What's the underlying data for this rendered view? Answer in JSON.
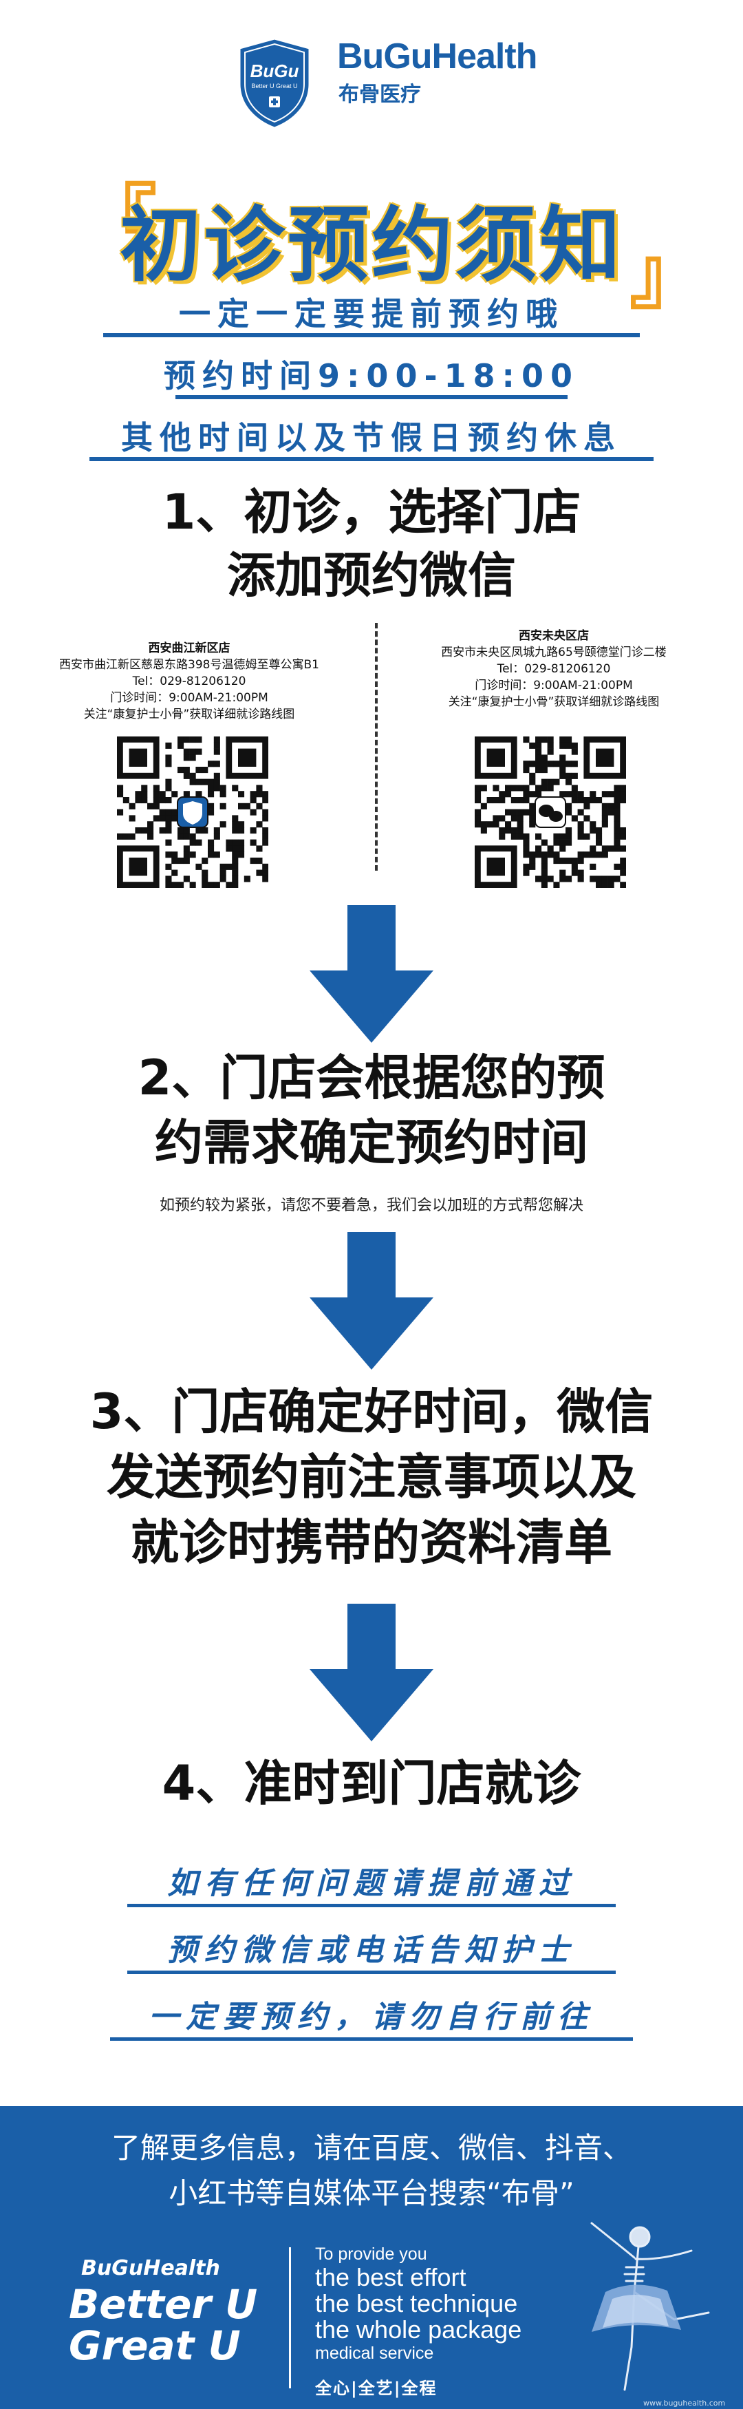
{
  "header": {
    "logo_text": "BuGu",
    "logo_sub": "Better U Great U",
    "brand_en": "BuGuHealth",
    "brand_cn": "布骨医疗"
  },
  "title": {
    "bracket_left": "『",
    "text": "初诊预约须知",
    "bracket_right": "』"
  },
  "sub_lines": [
    "一定一定要提前预约哦",
    "预约时间9:00-18:00",
    "其他时间以及节假日预约休息"
  ],
  "step1": {
    "line1": "1、初诊，选择门店",
    "line2": "添加预约微信"
  },
  "stores": [
    {
      "prefix": "西安",
      "name": "曲江新区店",
      "address": "西安市曲江新区慈恩东路398号温德姆至尊公寓B1",
      "tel": "Tel：029-81206120",
      "hours": "门诊时间：9:00AM-21:00PM",
      "follow": "关注“康复护士小骨”获取详细就诊路线图"
    },
    {
      "prefix": "西安",
      "name": "未央区店",
      "address": "西安市未央区凤城九路65号颐德堂门诊二楼",
      "tel": "Tel：029-81206120",
      "hours": "门诊时间：9:00AM-21:00PM",
      "follow": "关注“康复护士小骨”获取详细就诊路线图"
    }
  ],
  "step2": {
    "line1": "2、门店会根据您的预",
    "line2": "约需求确定预约时间",
    "note": "如预约较为紧张，请您不要着急，我们会以加班的方式帮您解决"
  },
  "step3": {
    "line1": "3、门店确定好时间，微信",
    "line2": "发送预约前注意事项以及",
    "line3": "就诊时携带的资料清单"
  },
  "step4": {
    "line1": "4、准时到门店就诊"
  },
  "tips": [
    "如有任何问题请提前通过",
    "预约微信或电话告知护士",
    "一定要预约，请勿自行前往"
  ],
  "footer": {
    "line1": "了解更多信息，请在百度、微信、抖音、",
    "line2": "小红书等自媒体平台搜索“布骨”",
    "brand": "BuGuHealth",
    "slogan1": "Better U",
    "slogan2": "Great U",
    "provide1": "To provide you",
    "provide2": "the best effort",
    "provide3": "the best technique",
    "provide4": "the whole package",
    "provide5": "medical service",
    "slogan_cn": "全心|全艺|全程",
    "url": "www.buguhealth.com"
  },
  "colors": {
    "brand_blue": "#1a5fa8",
    "accent_yellow": "#f1c232"
  }
}
